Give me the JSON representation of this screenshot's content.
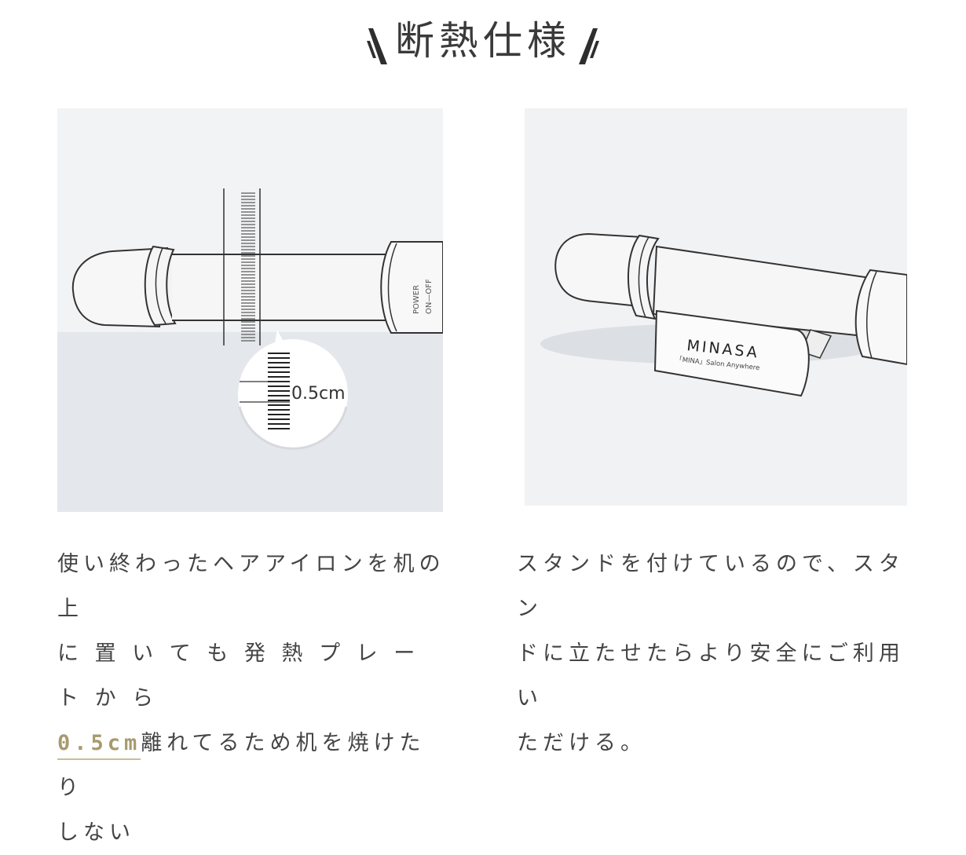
{
  "section": {
    "title": "断熱仕様"
  },
  "left_panel": {
    "callout_value": "0.5cm",
    "switch_label_1": "POWER",
    "switch_label_2": "ON—OFF"
  },
  "right_panel": {
    "brand_name": "MINASA",
    "brand_tagline": "「MINA」Salon Anywhere"
  },
  "captions": {
    "left_line_1": "使い終わったヘアアイロンを机の上",
    "left_line_2": "に 置 い て も 発 熱 プ レ ー ト か ら",
    "left_highlight": "0.5cm",
    "left_line_3_rest": "離れてるため机を焼けたり",
    "left_line_4": "しない",
    "right_line_1": "スタンドを付けているので、スタン",
    "right_line_2": "ドに立たせたらより安全にご利用い",
    "right_line_3": "ただける。"
  },
  "colors": {
    "accent_gold": "#a89a6e",
    "text": "#444444",
    "panel_bg_left": "#eceef1",
    "panel_bg_right": "#f1f2f4"
  }
}
